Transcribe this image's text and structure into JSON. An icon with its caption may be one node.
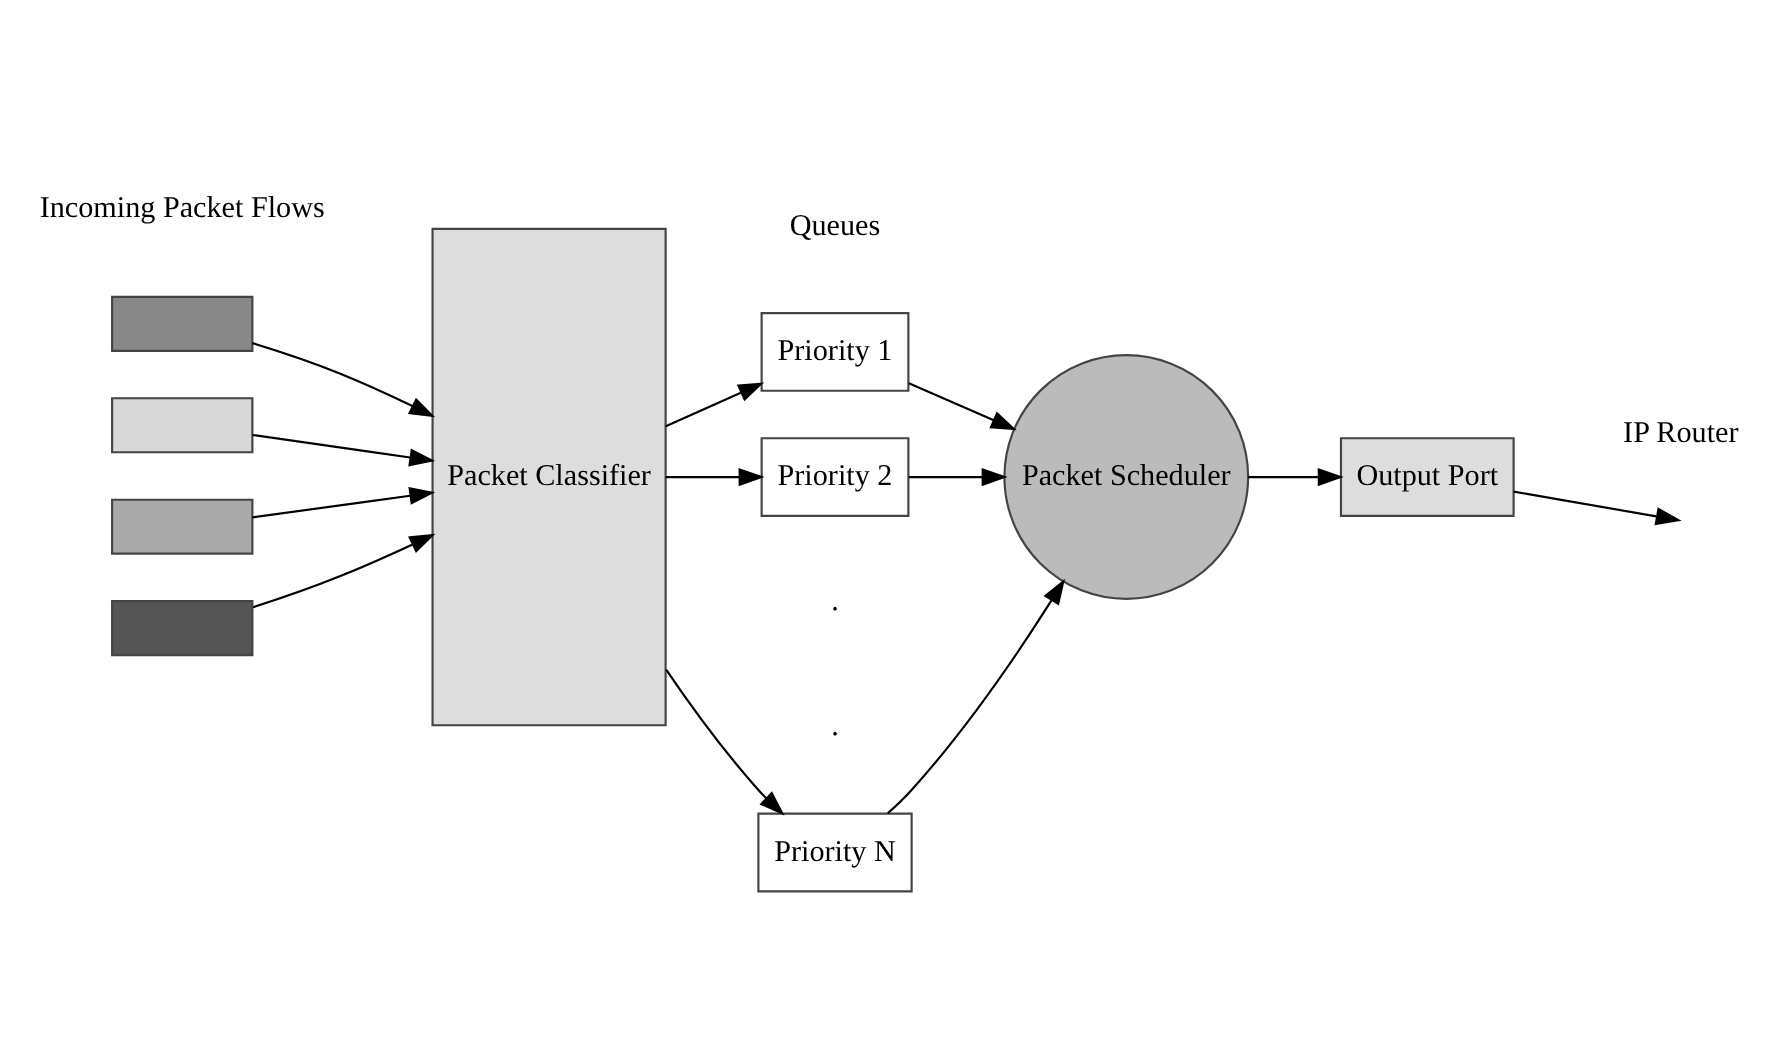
{
  "diagram": {
    "nodes": [
      {
        "text": [],
        "shape": "bar"
      },
      {
        "text": [],
        "shape": "bar"
      },
      {
        "text": [],
        "shape": "bar"
      },
      {
        "text": [],
        "shape": "bar"
      },
      {
        "text": [
          "Packet Classifier"
        ]
      },
      {
        "text": [
          "Priority 1"
        ]
      },
      {
        "text": [
          "Priority 2"
        ]
      },
      {
        "text": [
          "Priority N"
        ]
      },
      {
        "text": [
          "Packet Scheduler"
        ]
      },
      {
        "text": [
          "Output Port"
        ]
      }
    ],
    "edges": [
      {
        "from": 0,
        "to": 4,
        "arrow": "to"
      },
      {
        "from": 1,
        "to": 4,
        "arrow": "to"
      },
      {
        "from": 2,
        "to": 4,
        "arrow": "to"
      },
      {
        "from": 3,
        "to": 4,
        "arrow": "to"
      },
      {
        "from": 4,
        "to": 5,
        "arrow": "to"
      },
      {
        "from": 4,
        "to": 6,
        "arrow": "to"
      },
      {
        "from": 4,
        "to": 7,
        "arrow": "to"
      },
      {
        "from": 5,
        "to": 8,
        "arrow": "to"
      },
      {
        "from": 6,
        "to": 8,
        "arrow": "to"
      },
      {
        "from": 7,
        "to": 8,
        "arrow": "to"
      },
      {
        "from": 8,
        "to": 9,
        "arrow": "to"
      },
      {
        "from": 9,
        "to": null,
        "arrow": "to"
      }
    ],
    "labels": [
      "Queues",
      "Incoming Packet Flows",
      ".",
      ".",
      "IP Router"
    ]
  }
}
